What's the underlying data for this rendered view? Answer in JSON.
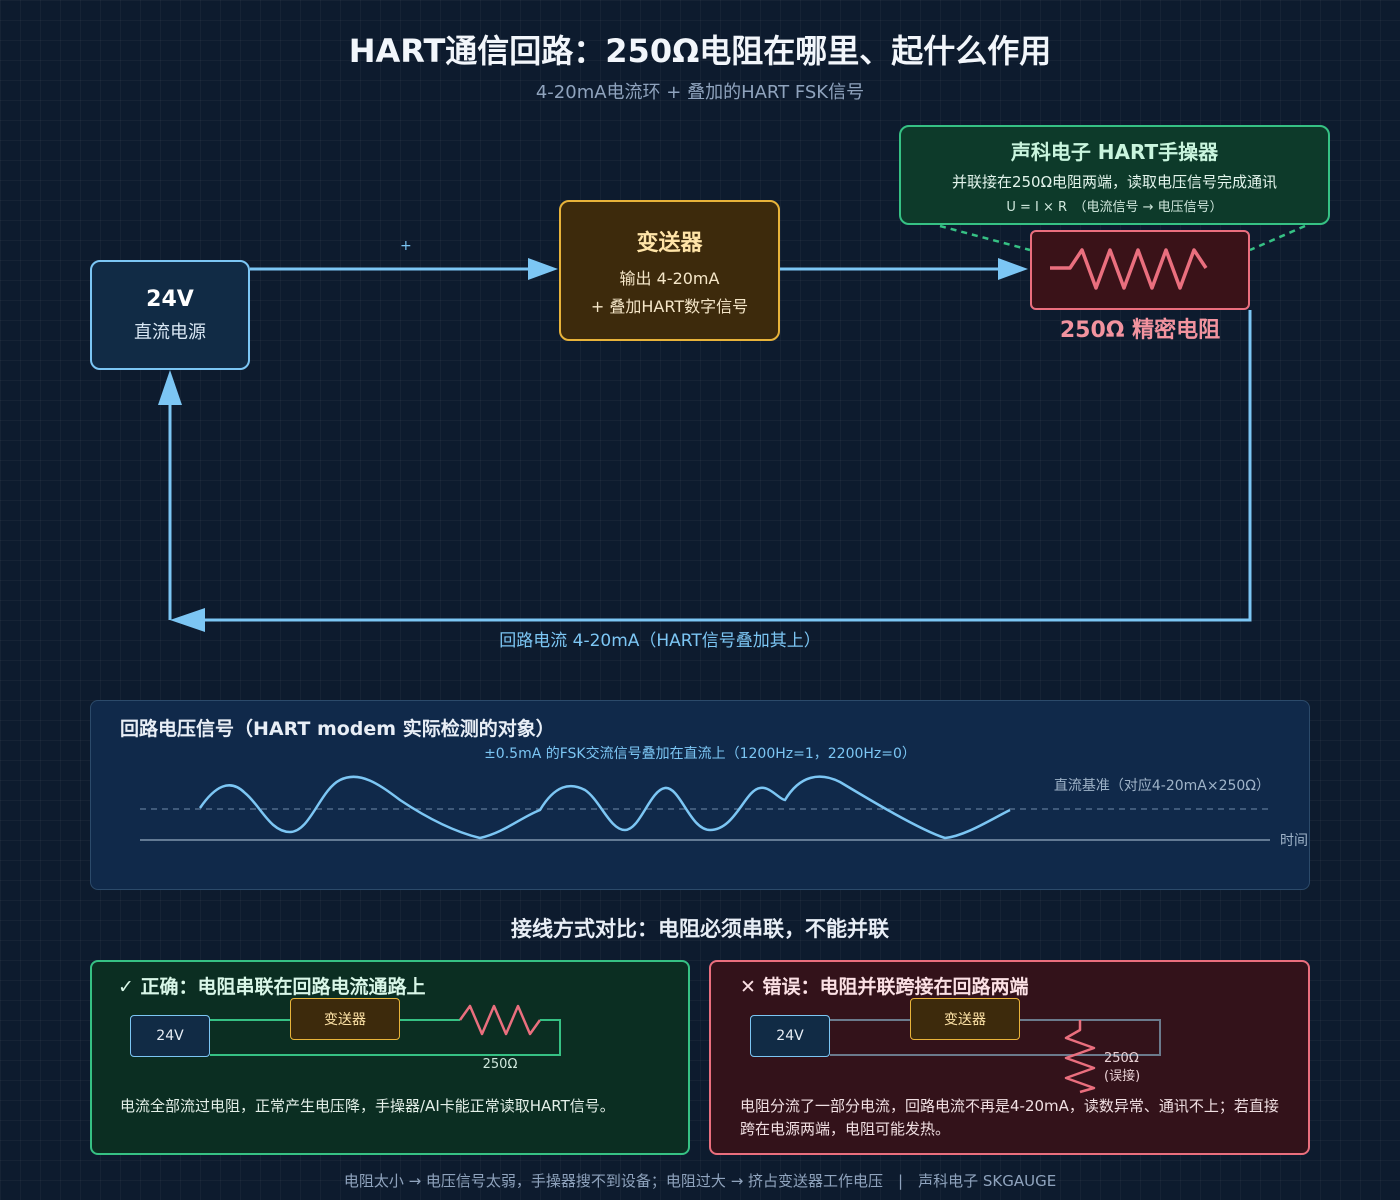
{
  "header": {
    "title": "HART通信回路：250Ω电阻在哪里、起什么作用",
    "subtitle": "4-20mA电流环 + 叠加的HART FSK信号"
  },
  "power_supply": {
    "voltage": "24V",
    "desc": "直流电源"
  },
  "transmitter": {
    "name": "变送器",
    "line1": "输出 4-20mA",
    "line2": "+ 叠加HART数字信号"
  },
  "communicator": {
    "name": "声科电子 HART手操器",
    "desc": "并联接在250Ω电阻两端，读取电压信号完成通讯",
    "formula": "U = I × R　（电流信号 → 电压信号）"
  },
  "resistor": {
    "label": "250Ω 精密电阻"
  },
  "loop": {
    "plus_sign": "+",
    "current_label": "回路电流 4-20mA（HART信号叠加其上）"
  },
  "waveform": {
    "title": "回路电压信号（HART modem 实际检测的对象）",
    "subtitle": "±0.5mA 的FSK交流信号叠加在直流上（1200Hz=1，2200Hz=0）",
    "dc_label": "直流基准（对应4-20mA×250Ω）",
    "time_label": "时间"
  },
  "comparison": {
    "heading": "接线方式对比：电阻必须串联，不能并联",
    "correct": {
      "title": "✓ 正确：电阻串联在回路电流通路上",
      "psu": "24V",
      "transmitter": "变送器",
      "resistor": "250Ω",
      "desc": "电流全部流过电阻，正常产生电压降，手操器/AI卡能正常读取HART信号。"
    },
    "wrong": {
      "title": "✕ 错误：电阻并联跨接在回路两端",
      "psu": "24V",
      "transmitter": "变送器",
      "resistor": "250Ω",
      "resistor_note": "(误接)",
      "desc": "电阻分流了一部分电流，回路电流不再是4-20mA，读数异常、通讯不上；若直接跨在电源两端，电阻可能发热。"
    }
  },
  "footer": {
    "text": "电阻太小 → 电压信号太弱，手操器搜不到设备；电阻过大 → 挤占变送器工作电压　|　声科电子 SKGAUGE"
  },
  "colors": {
    "loop": "#7cc6f4",
    "transmitter": "#e8b33a",
    "communicator": "#36c184",
    "resistor": "#ea6f7e",
    "background": "#0d1b2e"
  }
}
